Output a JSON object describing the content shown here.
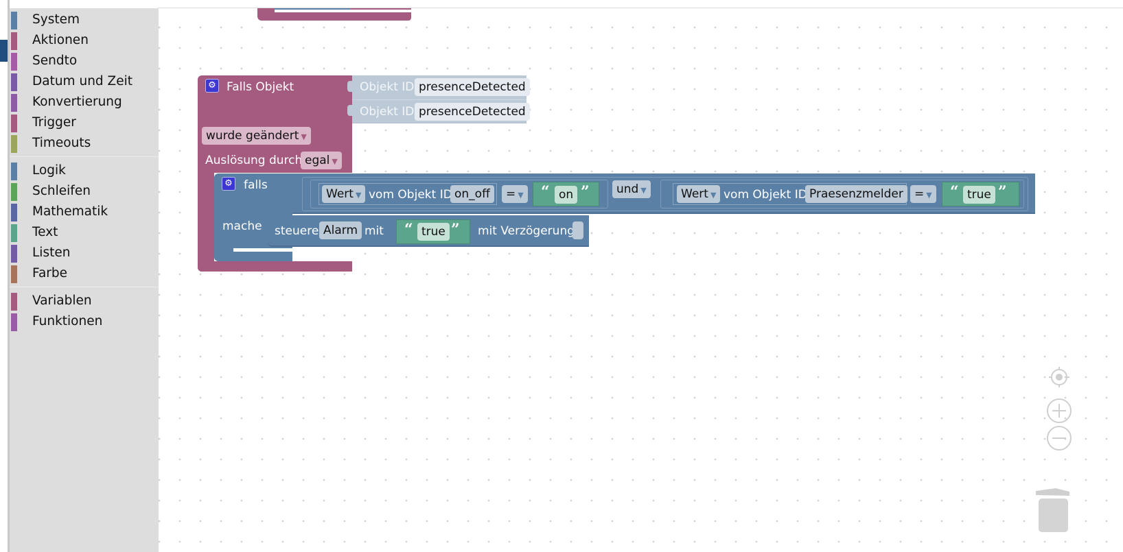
{
  "toolbox": {
    "groups": [
      [
        {
          "label": "System",
          "color": "#5b80a5"
        },
        {
          "label": "Aktionen",
          "color": "#a55b80"
        },
        {
          "label": "Sendto",
          "color": "#a55ba5"
        },
        {
          "label": "Datum und Zeit",
          "color": "#7b5ba5"
        },
        {
          "label": "Konvertierung",
          "color": "#8e5ba5"
        },
        {
          "label": "Trigger",
          "color": "#a55b80"
        },
        {
          "label": "Timeouts",
          "color": "#9ba55b"
        }
      ],
      [
        {
          "label": "Logik",
          "color": "#5b80a5"
        },
        {
          "label": "Schleifen",
          "color": "#5ba55b"
        },
        {
          "label": "Mathematik",
          "color": "#5b67a5"
        },
        {
          "label": "Text",
          "color": "#5ba58c"
        },
        {
          "label": "Listen",
          "color": "#745ba5"
        },
        {
          "label": "Farbe",
          "color": "#a5745b"
        }
      ],
      [
        {
          "label": "Variablen",
          "color": "#a55b80"
        },
        {
          "label": "Funktionen",
          "color": "#995ba5"
        }
      ]
    ]
  },
  "colors": {
    "trigger_block": "#a55b80",
    "logic_block": "#5b80a5",
    "text_block": "#5ba58c",
    "object_id_block": "#bccad8",
    "gear_icon": "#3d37d2"
  },
  "trigger_block": {
    "title": "Falls Objekt",
    "object_inputs": [
      {
        "label": "Objekt ID",
        "value": "presenceDetected"
      },
      {
        "label": "Objekt ID",
        "value": "presenceDetected"
      }
    ],
    "change_mode": "wurde geändert",
    "trigger_by_label": "Auslösung durch",
    "trigger_by_value": "egal"
  },
  "if_block": {
    "if_label": "falls",
    "do_label": "mache",
    "condition1": {
      "attr": "Wert",
      "of_label": "vom Objekt ID",
      "object_id": "on_off",
      "operator": "=",
      "compare_text": "on"
    },
    "logic_operator": "und",
    "condition2": {
      "attr": "Wert",
      "of_label": "vom Objekt ID",
      "object_id": "Praesenzmelder",
      "operator": "=",
      "compare_text": "true"
    },
    "action": {
      "control_label": "steuere",
      "target": "Alarm",
      "with_label": "mit",
      "value_text": "true",
      "delay_label": "mit Verzögerung"
    }
  },
  "controls": {
    "center": "center-icon",
    "zoom_in": "zoom-in-icon",
    "zoom_out": "zoom-out-icon",
    "trash": "trash-icon"
  }
}
